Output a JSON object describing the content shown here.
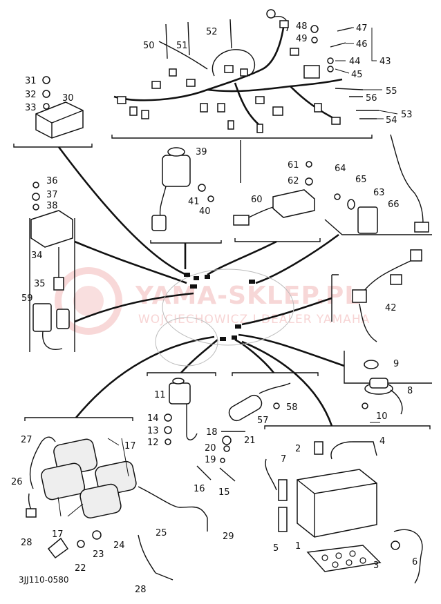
{
  "diagram_code": "3JJ110-0580",
  "watermark": {
    "main": "YAMA-SKLEP.PL",
    "sub": "WOJCIECHOWICZ I DEALER YAMAHA"
  },
  "callouts": [
    {
      "id": "c1",
      "text": "1"
    },
    {
      "id": "c2",
      "text": "2"
    },
    {
      "id": "c3",
      "text": "3"
    },
    {
      "id": "c4",
      "text": "4"
    },
    {
      "id": "c5",
      "text": "5"
    },
    {
      "id": "c6",
      "text": "6"
    },
    {
      "id": "c7",
      "text": "7"
    },
    {
      "id": "c8",
      "text": "8"
    },
    {
      "id": "c9",
      "text": "9"
    },
    {
      "id": "c10",
      "text": "10"
    },
    {
      "id": "c11",
      "text": "11"
    },
    {
      "id": "c12",
      "text": "12"
    },
    {
      "id": "c13",
      "text": "13"
    },
    {
      "id": "c14",
      "text": "14"
    },
    {
      "id": "c15",
      "text": "15"
    },
    {
      "id": "c16",
      "text": "16"
    },
    {
      "id": "c17a",
      "text": "17"
    },
    {
      "id": "c17b",
      "text": "17"
    },
    {
      "id": "c18",
      "text": "18"
    },
    {
      "id": "c19",
      "text": "19"
    },
    {
      "id": "c20",
      "text": "20"
    },
    {
      "id": "c21",
      "text": "21"
    },
    {
      "id": "c22",
      "text": "22"
    },
    {
      "id": "c23",
      "text": "23"
    },
    {
      "id": "c24",
      "text": "24"
    },
    {
      "id": "c25",
      "text": "25"
    },
    {
      "id": "c26",
      "text": "26"
    },
    {
      "id": "c27",
      "text": "27"
    },
    {
      "id": "c28a",
      "text": "28"
    },
    {
      "id": "c28b",
      "text": "28"
    },
    {
      "id": "c29",
      "text": "29"
    },
    {
      "id": "c30",
      "text": "30"
    },
    {
      "id": "c31",
      "text": "31"
    },
    {
      "id": "c32",
      "text": "32"
    },
    {
      "id": "c33",
      "text": "33"
    },
    {
      "id": "c34",
      "text": "34"
    },
    {
      "id": "c35",
      "text": "35"
    },
    {
      "id": "c36",
      "text": "36"
    },
    {
      "id": "c37",
      "text": "37"
    },
    {
      "id": "c38",
      "text": "38"
    },
    {
      "id": "c39",
      "text": "39"
    },
    {
      "id": "c40",
      "text": "40"
    },
    {
      "id": "c41",
      "text": "41"
    },
    {
      "id": "c42",
      "text": "42"
    },
    {
      "id": "c43",
      "text": "43"
    },
    {
      "id": "c44",
      "text": "44"
    },
    {
      "id": "c45",
      "text": "45"
    },
    {
      "id": "c46",
      "text": "46"
    },
    {
      "id": "c47",
      "text": "47"
    },
    {
      "id": "c48",
      "text": "48"
    },
    {
      "id": "c49",
      "text": "49"
    },
    {
      "id": "c50",
      "text": "50"
    },
    {
      "id": "c51",
      "text": "51"
    },
    {
      "id": "c52",
      "text": "52"
    },
    {
      "id": "c53",
      "text": "53"
    },
    {
      "id": "c54",
      "text": "54"
    },
    {
      "id": "c55",
      "text": "55"
    },
    {
      "id": "c56",
      "text": "56"
    },
    {
      "id": "c57",
      "text": "57"
    },
    {
      "id": "c58",
      "text": "58"
    },
    {
      "id": "c59",
      "text": "59"
    },
    {
      "id": "c60",
      "text": "60"
    },
    {
      "id": "c61",
      "text": "61"
    },
    {
      "id": "c62",
      "text": "62"
    },
    {
      "id": "c63",
      "text": "63"
    },
    {
      "id": "c64",
      "text": "64"
    },
    {
      "id": "c65",
      "text": "65"
    },
    {
      "id": "c66",
      "text": "66"
    }
  ]
}
